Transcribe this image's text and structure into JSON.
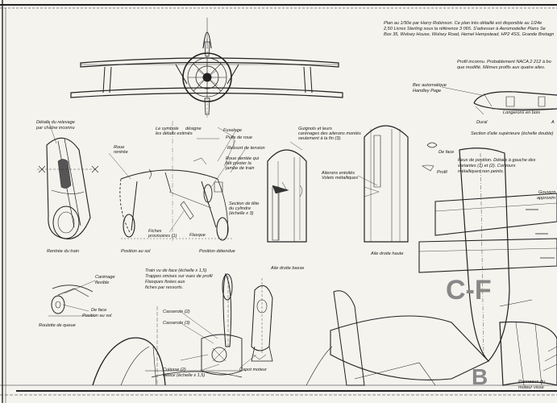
{
  "credits": {
    "line1": "Plan au 1/50e par Harry Robinson. Ce plan très détaillé est disponible au 1/24e",
    "line2": "2,50 Livres Sterling sous la référence 3 065. S'adresser à Aeromodeller Plans Se",
    "line3": "Box 35, Wolsey House, Wolsey Road, Hemel Hempstead, HP2 4SS, Grande Bretagn"
  },
  "profile": {
    "line1": "Profil inconnu. Probablement NACA 2 212 à bo",
    "line2": "que modifié. Mêmes profils aux quatre ailes."
  },
  "slat": {
    "line1": "Bec automatique",
    "line2": "Handley Page"
  },
  "dural": "Dural",
  "longerons": "Longerons en bois",
  "dural_a": "A",
  "section": "Section d'aile supérieure (échelle double)",
  "retract": {
    "line1": "Détails du relevage",
    "line2": "par chaîne inconnu"
  },
  "symbol": {
    "line1": "Le symbole",
    "line2": "les détails estimés",
    "line3": "désigne"
  },
  "fuselage": "Fuselage",
  "puits": "Puits de roue",
  "ressort": "Ressort de tension",
  "roue_dentee": {
    "line1": "Roue dentée qui",
    "line2": "fait pivoter la",
    "line3": "jambe de train"
  },
  "roue_rentree": {
    "line1": "Roue",
    "line2": "rentrée"
  },
  "cylinder": {
    "line1": "Section de tête",
    "line2": "du cylindre",
    "line3": "(échelle x 3)"
  },
  "fiches": {
    "line1": "Fiches",
    "line2": "provisoires (1)"
  },
  "flasque": "Flasque",
  "sol": "Position au sol",
  "detendue": "Position détendue",
  "rentree_train": "Rentrée du train",
  "guignols": {
    "line1": "Guignols et leurs",
    "line2": "carénages des ailerons montés",
    "line3": "seulement à la fin (3)."
  },
  "ailerons": {
    "line1": "Ailerons entoilés",
    "line2": "Volets métalliques"
  },
  "aile_basse": "Aile droite basse",
  "aile_haute": "Aile droite haute",
  "face": "De face",
  "profil": "Profil",
  "feux": {
    "line1": "Feux de position. Détails à gauche des",
    "line2": "variantes (1) et (2). Contours",
    "line3": "métalliques non peints."
  },
  "gouv": {
    "line1": "Gouvern",
    "line2": "approxim"
  },
  "train_face": {
    "line1": "Train vu de face (échelle x 1,5)",
    "line2": "Trappes omises sur vues de profil",
    "line3": "Flasques fixées aux",
    "line4": "fiches par ressorts."
  },
  "carenage": {
    "line1": "Carénage",
    "line2": "flexible"
  },
  "de_face2": "De face",
  "position_sol2": "Position au sol",
  "roulette": "Roulette de queue",
  "casserole2": "Casserole (2)",
  "casserole3": "Casserole (3)",
  "culasse": "Culasse (2)",
  "helice": "Hélice (échelle x 1,5)",
  "capot": "Capot moteur",
  "panneaux": {
    "line1": "Panneaux du",
    "line2": "moteur visse"
  },
  "reg_top": "C-F",
  "reg_bottom": "B"
}
